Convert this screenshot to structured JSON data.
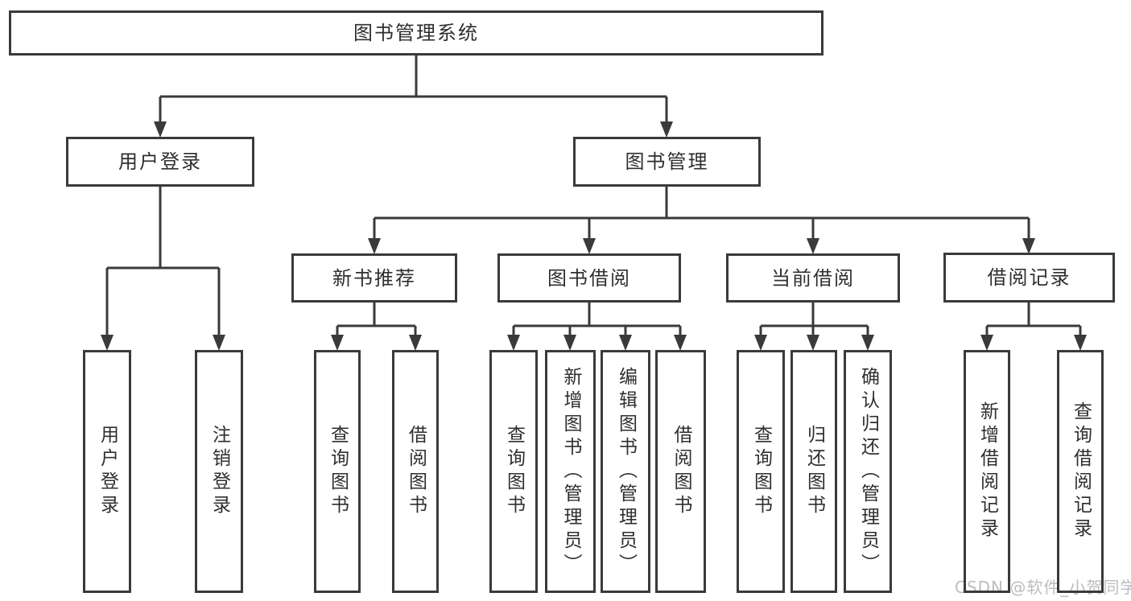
{
  "tree": {
    "label": "图书管理系统",
    "children": [
      {
        "label": "用户登录",
        "children": [
          {
            "label": "用户登录"
          },
          {
            "label": "注销登录"
          }
        ]
      },
      {
        "label": "图书管理",
        "children": [
          {
            "label": "新书推荐",
            "children": [
              {
                "label": "查询图书"
              },
              {
                "label": "借阅图书"
              }
            ]
          },
          {
            "label": "图书借阅",
            "children": [
              {
                "label": "查询图书"
              },
              {
                "label": "新增图书（管理员）"
              },
              {
                "label": "编辑图书（管理员）"
              },
              {
                "label": "借阅图书"
              }
            ]
          },
          {
            "label": "当前借阅",
            "children": [
              {
                "label": "查询图书"
              },
              {
                "label": "归还图书"
              },
              {
                "label": "确认归还（管理员）"
              }
            ]
          },
          {
            "label": "借阅记录",
            "children": [
              {
                "label": "新增借阅记录"
              },
              {
                "label": "查询借阅记录"
              }
            ]
          }
        ]
      }
    ]
  },
  "watermark": {
    "text": "CSDN @软件_小贺同学"
  },
  "colors": {
    "line": "#3a3a3a",
    "text": "#2f2f2f",
    "watermark": "#b9bdbf",
    "background": "#ffffff"
  }
}
